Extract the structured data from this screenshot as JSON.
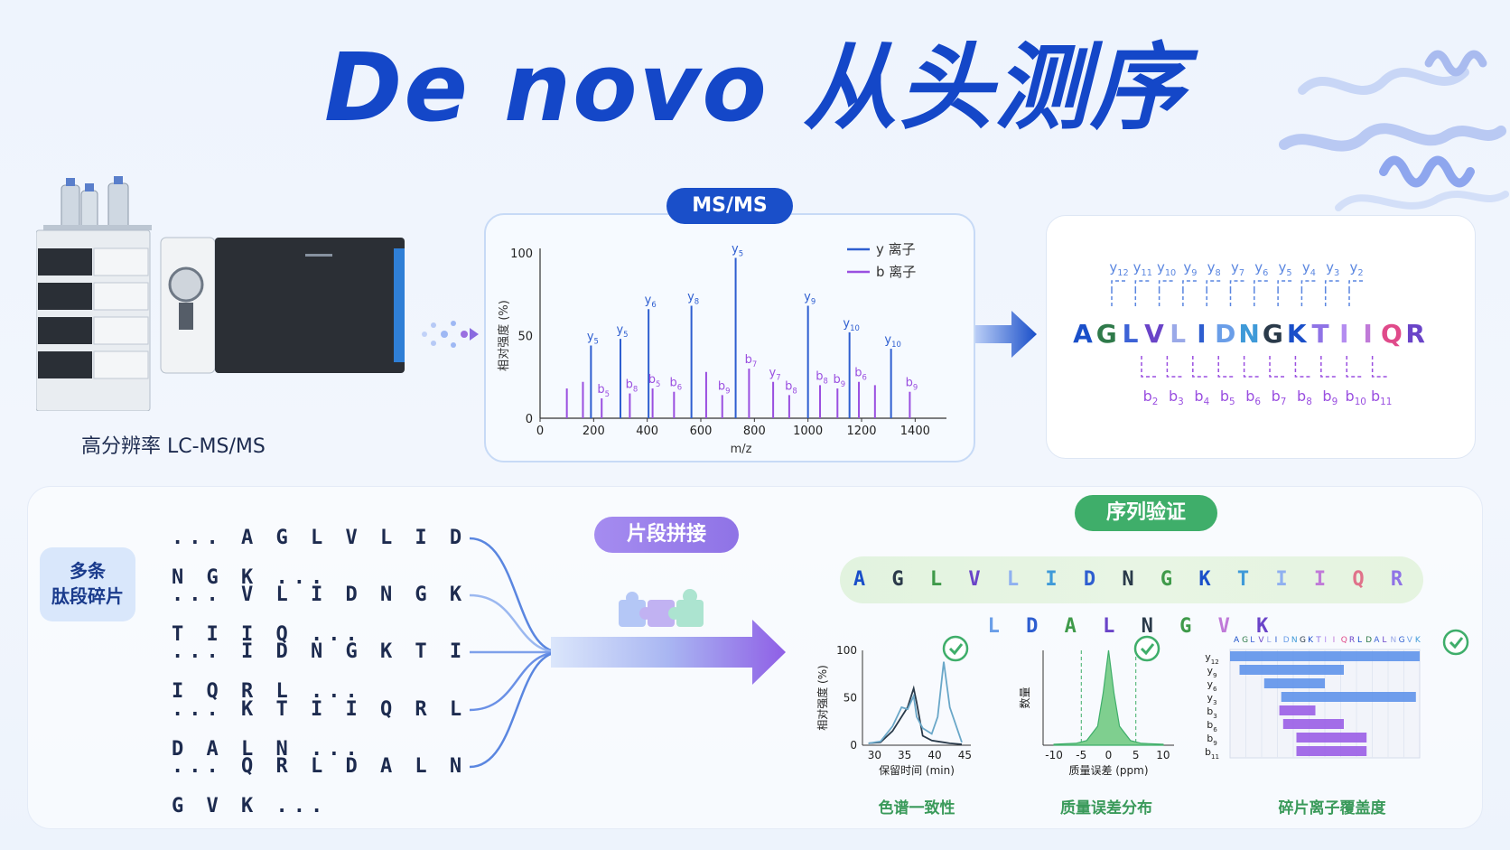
{
  "title": "De novo 从头测序",
  "instrument_label": "高分辨率 LC-MS/MS",
  "ms": {
    "pill": "MS/MS",
    "legend": [
      {
        "label": "y 离子",
        "color": "#2e5ed0"
      },
      {
        "label": "b 离子",
        "color": "#9a4fe0"
      }
    ],
    "chart_data": {
      "type": "bar",
      "xlabel": "m/z",
      "ylabel": "相对强度 (%)",
      "xlim": [
        0,
        1500
      ],
      "ylim": [
        0,
        100
      ],
      "xticks": [
        "0",
        "200",
        "400",
        "600",
        "800",
        "1000",
        "1200",
        "1400"
      ],
      "yticks": [
        "0",
        "50",
        "100"
      ],
      "series": [
        {
          "name": "y 离子",
          "color": "#2e5ed0",
          "peaks": [
            [
              190,
              44,
              "y5"
            ],
            [
              300,
              48,
              "y5"
            ],
            [
              405,
              66,
              "y6"
            ],
            [
              565,
              68,
              "y8"
            ],
            [
              730,
              97,
              "y5"
            ],
            [
              1000,
              68,
              "y9"
            ],
            [
              1155,
              52,
              "y10"
            ],
            [
              1310,
              42,
              "y10"
            ]
          ]
        },
        {
          "name": "b 离子",
          "color": "#9a4fe0",
          "peaks": [
            [
              100,
              18,
              ""
            ],
            [
              160,
              22,
              ""
            ],
            [
              230,
              12,
              "b5"
            ],
            [
              335,
              15,
              "b8"
            ],
            [
              420,
              18,
              "b5"
            ],
            [
              500,
              16,
              "b6"
            ],
            [
              620,
              28,
              ""
            ],
            [
              680,
              14,
              "b9"
            ],
            [
              780,
              30,
              "b7"
            ],
            [
              870,
              22,
              "y7"
            ],
            [
              930,
              14,
              "b8"
            ],
            [
              1045,
              20,
              "b8"
            ],
            [
              1110,
              18,
              "b9"
            ],
            [
              1190,
              22,
              "b6"
            ],
            [
              1250,
              20,
              ""
            ],
            [
              1380,
              16,
              "b9"
            ]
          ]
        }
      ]
    }
  },
  "sequence_panel": {
    "y_labels": [
      "y12",
      "y11",
      "y10",
      "y9",
      "y8",
      "y7",
      "y6",
      "y5",
      "y4",
      "y3",
      "y2"
    ],
    "letters": [
      "A",
      "G",
      "L",
      "V",
      "L",
      "I",
      "D",
      "N",
      "G",
      "K",
      "T",
      "I",
      "I",
      "Q",
      "R"
    ],
    "b_labels": [
      "b2",
      "b3",
      "b4",
      "b5",
      "b6",
      "b7",
      "b8",
      "b9",
      "b10",
      "b11"
    ]
  },
  "multi_label": "多条\n肽段碎片",
  "fragments": [
    {
      "text": "... A G L V L I D N G K ...",
      "bg": "#dce8fb"
    },
    {
      "text": "... V L I D N G K T I I Q ...",
      "bg": "#e8e0f8"
    },
    {
      "text": "... I D N G K T I I Q R L ...",
      "bg": "#dcf0dc"
    },
    {
      "text": "... K T I I Q R L D A L N ...",
      "bg": "#dce8fb"
    },
    {
      "text": "... Q R L D A L N G V K ...",
      "bg": "#e8e0f8"
    }
  ],
  "splice_label": "片段拼接",
  "validation_label": "序列验证",
  "full_sequence": "A G L V L I D N G K T I I Q R L D A L N G V K",
  "validation": {
    "chrom": {
      "title": "色谱一致性",
      "xlabel": "保留时间 (min)",
      "ylabel": "相对强度 (%)",
      "xticks": [
        "30",
        "35",
        "40",
        "45"
      ],
      "yticks": [
        "0",
        "50",
        "100"
      ],
      "chart_data": {
        "type": "line",
        "x": [
          29,
          31,
          33,
          34.5,
          35.5,
          36.5,
          37,
          38,
          39.5,
          40.5,
          41.5,
          42.5,
          44.5
        ],
        "series": [
          {
            "color": "#2a3a4a",
            "values": [
              2,
              3,
              15,
              30,
              40,
              60,
              45,
              10,
              5,
              4,
              3,
              2,
              1
            ]
          },
          {
            "color": "#6aa7c8",
            "values": [
              2,
              4,
              20,
              40,
              38,
              52,
              30,
              18,
              12,
              30,
              88,
              40,
              3
            ]
          }
        ]
      }
    },
    "mass": {
      "title": "质量误差分布",
      "xlabel": "质量误差 (ppm)",
      "ylabel": "数量",
      "xticks": [
        "-10",
        "-5",
        "0",
        "5",
        "10"
      ],
      "chart_data": {
        "type": "area",
        "x": [
          -10,
          -6,
          -4,
          -2,
          -1,
          0,
          1,
          2,
          4,
          6,
          10
        ],
        "values": [
          1,
          2,
          5,
          20,
          55,
          100,
          55,
          20,
          5,
          2,
          1
        ]
      }
    },
    "coverage": {
      "title": "碎片离子覆盖度",
      "header": "AGLVLIDNGKTIIQRLDALNGVK",
      "rows": [
        "y12",
        "y9",
        "y6",
        "y3",
        "b3",
        "b6",
        "b9",
        "b11"
      ]
    }
  }
}
